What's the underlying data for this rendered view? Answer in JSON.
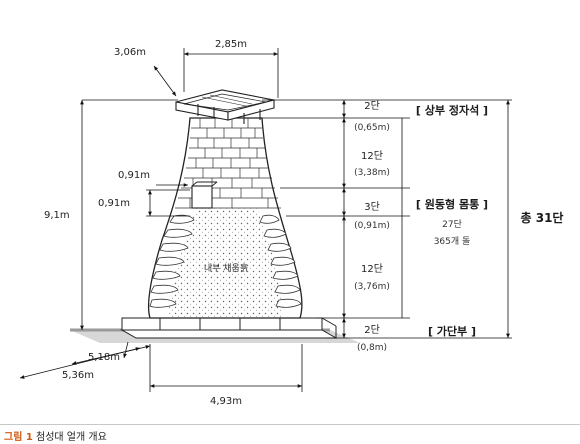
{
  "figure": {
    "caption_number": "그림 1",
    "caption_text": "첨성대 얼개 개요",
    "interior_label": "내부 채움흙",
    "dimensions": {
      "top_depth": "3,06m",
      "top_width": "2,85m",
      "body_upper": "0,91m",
      "window_height": "0,91m",
      "total_height": "9,1m",
      "base_side_a": "5,18m",
      "base_side_b": "5,36m",
      "base_width": "4,93m"
    },
    "tiers": [
      {
        "count": "2단",
        "height": "(0,65m)"
      },
      {
        "count": "12단",
        "height": "(3,38m)"
      },
      {
        "count": "3단",
        "height": "(0,91m)"
      },
      {
        "count": "12단",
        "height": "(3,76m)"
      },
      {
        "count": "2단",
        "height": "(0,8m)"
      }
    ],
    "sections": {
      "top": "[ 상부 정자석 ]",
      "body": "[ 원동형 몸통 ]",
      "body_detail_1": "27단",
      "body_detail_2": "365개 돌",
      "base": "[ 가단부 ]"
    },
    "total": "총 31단"
  }
}
